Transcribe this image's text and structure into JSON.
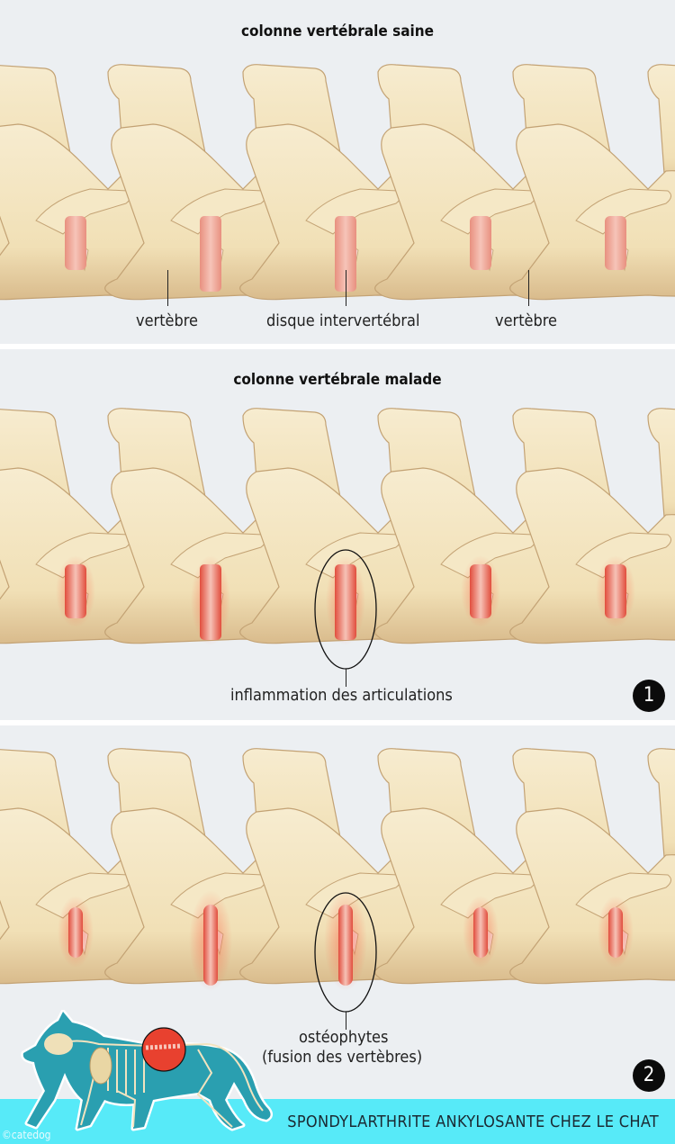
{
  "panels": [
    {
      "title": "colonne vertébrale saine",
      "labels": [
        {
          "text": "vertèbre"
        },
        {
          "text": "disque intervertébral"
        },
        {
          "text": "vertèbre"
        }
      ]
    },
    {
      "title": "colonne vertébrale malade",
      "labels": [
        {
          "text": "inflammation des articulations"
        }
      ],
      "step": "1"
    },
    {
      "labels": [
        {
          "text": "ostéophytes"
        },
        {
          "text": "(fusion des vertèbres)"
        }
      ],
      "step": "2"
    }
  ],
  "footer": {
    "title": "SPONDYLARTHRITE ANKYLOSANTE CHEZ LE CHAT",
    "copyright": "©catedog"
  },
  "colors": {
    "background": "#eceff2",
    "bone": "#f3e3bb",
    "bone_shadow": "#c9a97a",
    "disc_healthy": "#ee9e8e",
    "disc_inflamed": "#e8604f",
    "footer_band": "#57eaf8",
    "cat_body": "#2a9fb0",
    "highlight_circle": "#e8412f"
  }
}
